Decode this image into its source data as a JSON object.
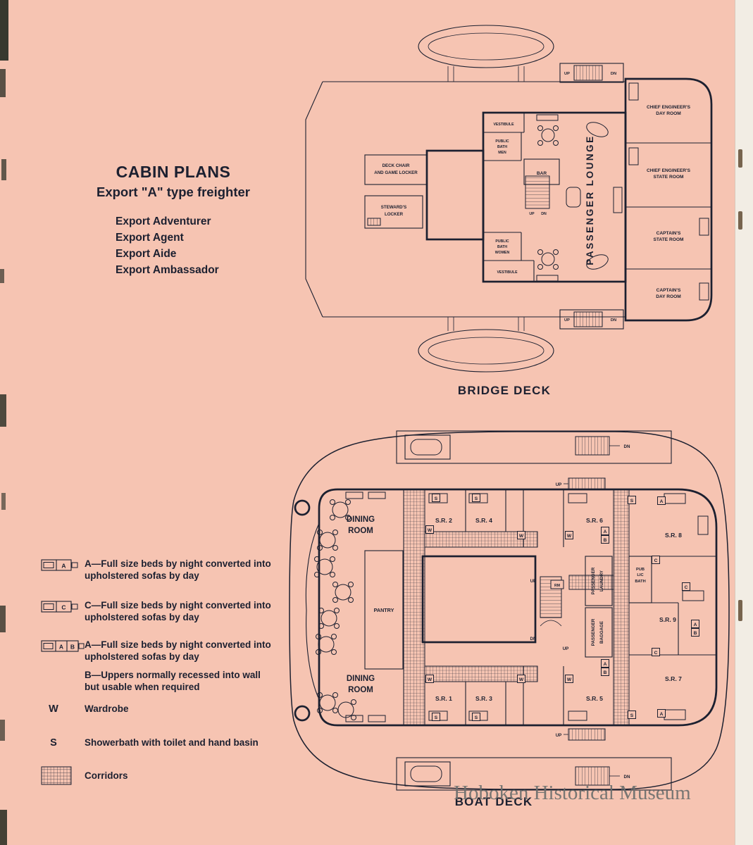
{
  "page": {
    "bg_color": "#f6c4b2",
    "ink_color": "#1c2030",
    "watermark": "Hoboken Historical Museum"
  },
  "title_block": {
    "title": "CABIN PLANS",
    "subtitle": "Export \"A\" type freighter",
    "ships": [
      "Export Adventurer",
      "Export Agent",
      "Export Aide",
      "Export Ambassador"
    ]
  },
  "bridge_deck": {
    "caption": "BRIDGE DECK",
    "labels": {
      "vestibule_top": "VESTIBULE",
      "vestibule_bottom": "VESTIBULE",
      "public_bath_men": [
        "PUBLIC",
        "BATH",
        "MEN"
      ],
      "public_bath_women": [
        "PUBLIC",
        "BATH",
        "WOMEN"
      ],
      "deck_chair_locker": [
        "DECK CHAIR",
        "AND GAME LOCKER"
      ],
      "stewards_locker": [
        "STEWARD'S",
        "LOCKER"
      ],
      "bar": "BAR",
      "passenger_lounge": "PASSENGER LOUNGE",
      "chief_engineers_day_room": [
        "CHIEF ENGINEER'S",
        "DAY ROOM"
      ],
      "chief_engineers_state_room": [
        "CHIEF ENGINEER'S",
        "STATE ROOM"
      ],
      "captains_state_room": [
        "CAPTAIN'S",
        "STATE ROOM"
      ],
      "captains_day_room": [
        "CAPTAIN'S",
        "DAY ROOM"
      ],
      "up": "UP",
      "dn": "DN"
    }
  },
  "boat_deck": {
    "caption": "BOAT DECK",
    "labels": {
      "dining_room": [
        "DINING",
        "ROOM"
      ],
      "pantry": "PANTRY",
      "staterooms": [
        "S.R. 1",
        "S.R. 2",
        "S.R. 3",
        "S.R. 4",
        "S.R. 5",
        "S.R. 6",
        "S.R. 7",
        "S.R. 8",
        "S.R. 9"
      ],
      "passenger_laundry": [
        "PASSENGER",
        "LAUNDRY"
      ],
      "passenger_baggage": [
        "PASSENGER",
        "BAGGAGE"
      ],
      "public_bath": [
        "PUB",
        "LIC",
        "BATH"
      ],
      "rm": "RM",
      "up": "UP",
      "dn": "DN"
    },
    "markers": {
      "wardrobe": "W",
      "shower": "S",
      "bed_a": "A",
      "bed_b": "B",
      "bed_c": "C"
    }
  },
  "legend": {
    "items": [
      {
        "lines": [
          "A—Full size beds by night converted into",
          "upholstered sofas by day"
        ]
      },
      {
        "lines": [
          "C—Full size beds by night converted into",
          "upholstered sofas by day"
        ]
      },
      {
        "lines": [
          "A—Full size beds by night converted into",
          "upholstered sofas by day"
        ],
        "lines2": [
          "B—Uppers normally recessed into wall",
          "but usable when required"
        ]
      },
      {
        "lines": [
          "Wardrobe"
        ]
      },
      {
        "lines": [
          "Showerbath with toilet and hand basin"
        ]
      },
      {
        "lines": [
          "Corridors"
        ]
      }
    ],
    "symbols": {
      "a": "A",
      "b": "B",
      "c": "C",
      "w": "W",
      "s": "S"
    }
  }
}
